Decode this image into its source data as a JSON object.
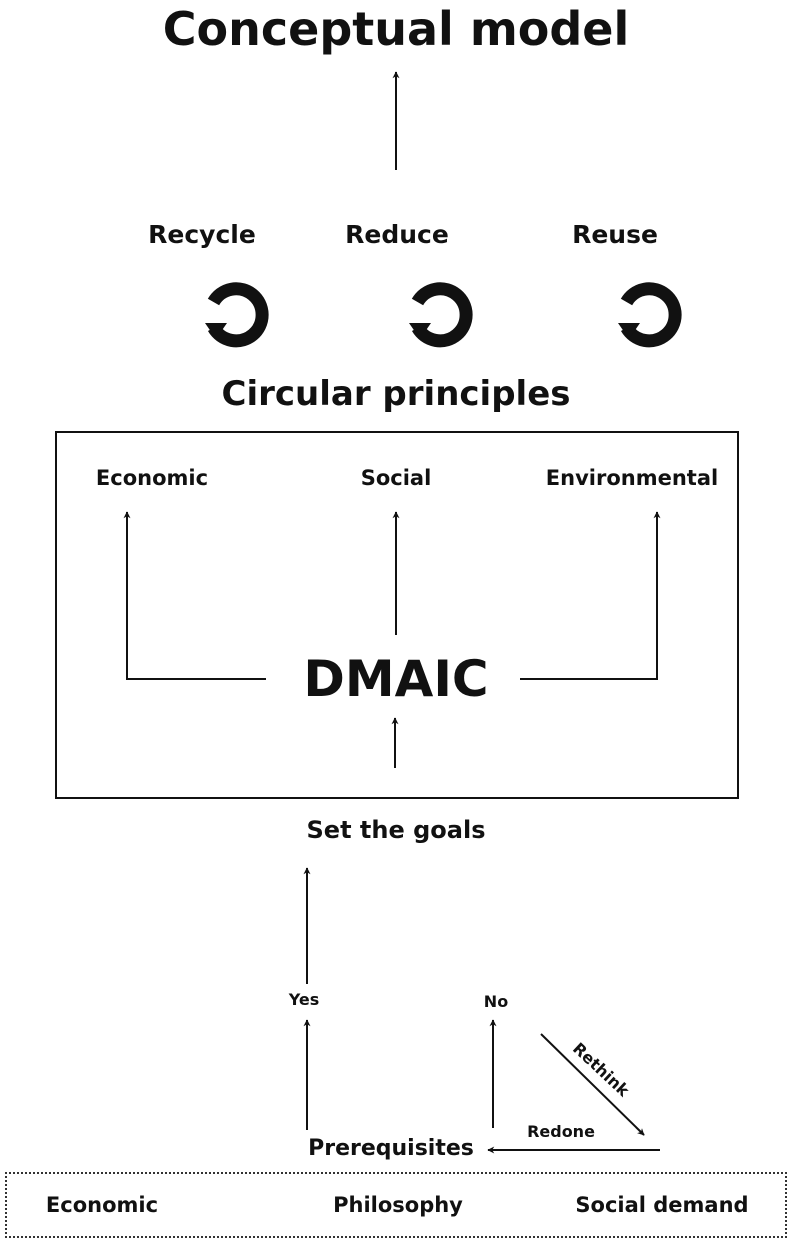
{
  "title": "Conceptual model",
  "principles": {
    "items": [
      {
        "label": "Recycle",
        "icon": "circular-arrow-icon"
      },
      {
        "label": "Reduce",
        "icon": "circular-arrow-icon"
      },
      {
        "label": "Reuse",
        "icon": "circular-arrow-icon"
      }
    ],
    "heading": "Circular principles"
  },
  "pillars": {
    "economic": "Economic",
    "social": "Social",
    "environmental": "Environmental"
  },
  "method": "DMAIC",
  "goals": "Set the goals",
  "decision": {
    "yes": "Yes",
    "no": "No",
    "rethink": "Rethink",
    "redone": "Redone",
    "prerequisites": "Prerequisites"
  },
  "foundations": {
    "economic": "Economic",
    "philosophy": "Philosophy",
    "social_demand": "Social demand"
  },
  "colors": {
    "ink": "#111111",
    "background": "#ffffff"
  }
}
